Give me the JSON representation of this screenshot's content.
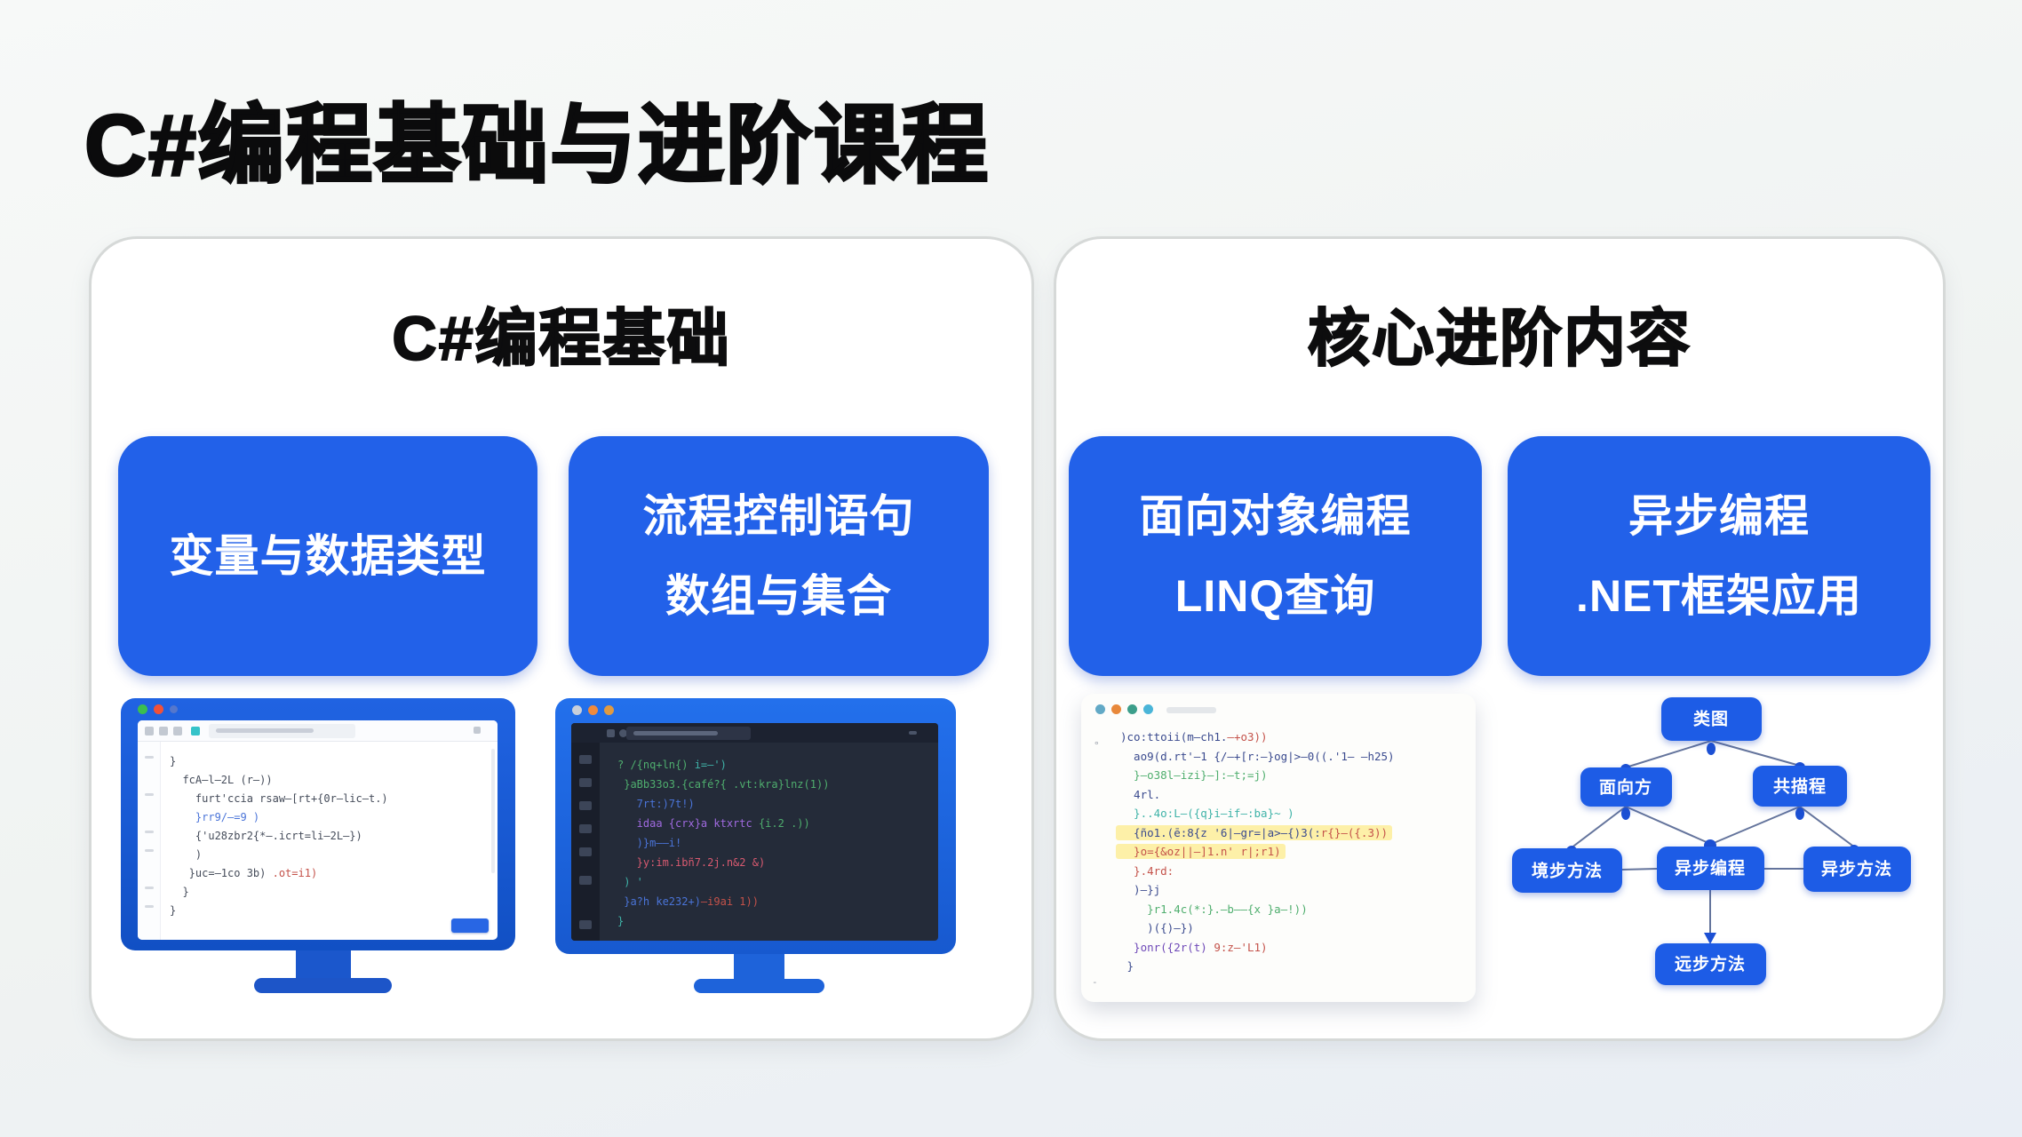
{
  "page": {
    "title": "C#编程基础与进阶课程"
  },
  "colors": {
    "accent_blue": "#2261e9",
    "monitor_frame_deep": "#1150c4",
    "monitor_frame_light": "#2370ec",
    "dark_screen": "#242b39",
    "highlight_yellow": "#fdf0a8",
    "panel_border": "#d6d9d8"
  },
  "left_panel": {
    "heading": "C#编程基础",
    "cards": [
      {
        "line1": "变量与数据类型",
        "line2": ""
      },
      {
        "line1": "流程控制语句",
        "line2": "数组与集合"
      }
    ],
    "monitor_light": {
      "code": [
        {
          "a": "}"
        },
        {
          "a": "  fcA—l—2L (r—))"
        },
        {
          "a": "    furt'ccia rsaw—[rt+{0r—lic—t.)"
        },
        {
          "a": "    }rr9/—=9 )"
        },
        {
          "a": "    {'u28zbr2{*—.icrt=li—2L—})"
        },
        {
          "a": "    )"
        },
        {
          "a": "   }uc=—1co 3b) ",
          "b": ".ot=i1)"
        },
        {
          "a": "  }"
        },
        {
          "a": "}"
        }
      ]
    },
    "monitor_dark": {
      "code": [
        {
          "a": "? /{nq+ln{) ",
          "b": "i=—')"
        },
        {
          "a": " }aBb33o3.{café?{ .vt:kra}lnz(1))"
        },
        {
          "a": "   7rt:)7t!)"
        },
        {
          "a": "   idaa {crx}a ktxrtc ",
          "b": "{i.2 .))"
        },
        {
          "a": "   )}m——i!"
        },
        {
          "a": "   }y:im.ibñ7.2j.n&2 &)"
        },
        {
          "a": " ) '"
        },
        {
          "a": " }a?h ke232+)",
          "b": "—i9ai 1))"
        },
        {
          "a": "}"
        }
      ]
    }
  },
  "right_panel": {
    "heading": "核心进阶内容",
    "cards": [
      {
        "line1": "面向对象编程",
        "line2": "LINQ查询"
      },
      {
        "line1": "异步编程",
        "line2": ".NET框架应用"
      }
    ],
    "code_card": {
      "gutter_top": "°",
      "gutter_bottom": "-",
      "lines": [
        {
          "a": ")co:ttoii(m—ch1.",
          "b": "—+o3))"
        },
        {
          "a": "  ao9(d.rt'—1 {/—+[r:—}og|>—0((.'1— —h25)"
        },
        {
          "a": "  }—o38l—izi}—]:—t;=j)"
        },
        {
          "a": "  4rl."
        },
        {
          "a": "  }..4o:L—({q}i—if—:ba}~ )"
        },
        {
          "a": ""
        },
        {
          "a": "  {ño1.(ē:8{z '6|—gr=|a>—{)3(:",
          "b": "r{}—({.3))"
        },
        {
          "a": "  }o={&oz||—]1.n' ",
          "b": "r|;r1)"
        },
        {
          "a": "  }.4rd:"
        },
        {
          "a": "  )—}j"
        },
        {
          "a": "    }r1.4c(*:}.—b——{x }a—!))"
        },
        {
          "a": "    )({)—})"
        },
        {
          "a": "  }onr({2r(t) ",
          "b": "9:z—'L1)"
        },
        {
          "a": " }"
        }
      ]
    },
    "diagram": {
      "top": "类图",
      "mid_left": "面向方",
      "mid_right": "共描程",
      "row_left": "境步方法",
      "row_center": "异步编程",
      "row_right": "异步方法",
      "bottom": "远步方法"
    }
  }
}
